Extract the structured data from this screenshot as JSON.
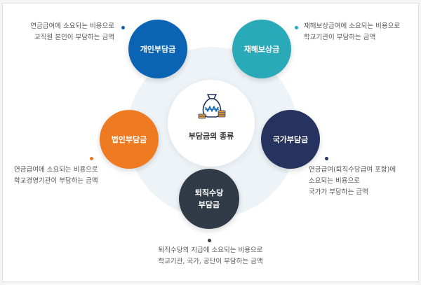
{
  "center": {
    "title": "부담금의 종류",
    "icon": "money-bag-icon"
  },
  "nodes": [
    {
      "id": "personal",
      "label_lines": [
        "개인부담금"
      ],
      "color": "#0a63b3",
      "desc_lines": [
        "연금급여에 소요되는 비용으로",
        "교직원 본인이 부담하는 금액"
      ]
    },
    {
      "id": "accident",
      "label_lines": [
        "재해보상금"
      ],
      "color": "#2aa9b8",
      "desc_lines": [
        "재해보상급여에 소요되는 비용으로",
        "학교기관이 부담하는 금액"
      ]
    },
    {
      "id": "corporate",
      "label_lines": [
        "법인부담금"
      ],
      "color": "#ee7a22",
      "desc_lines": [
        "연금급여에 소요되는 비용으로",
        "학교경영기관이 부담하는 금액"
      ]
    },
    {
      "id": "national",
      "label_lines": [
        "국가부담금"
      ],
      "color": "#26335f",
      "desc_lines": [
        "연금급여(퇴직수당급여 포함)에",
        "소요되는 비용으로",
        "국가가 부담하는 금액"
      ]
    },
    {
      "id": "retirement",
      "label_lines": [
        "퇴직수당",
        "부담금"
      ],
      "color": "#313a47",
      "desc_lines": [
        "퇴직수당의 지급에 소요되는 비용으로",
        "학교기관, 국가, 공단이 부담하는 금액"
      ]
    }
  ]
}
